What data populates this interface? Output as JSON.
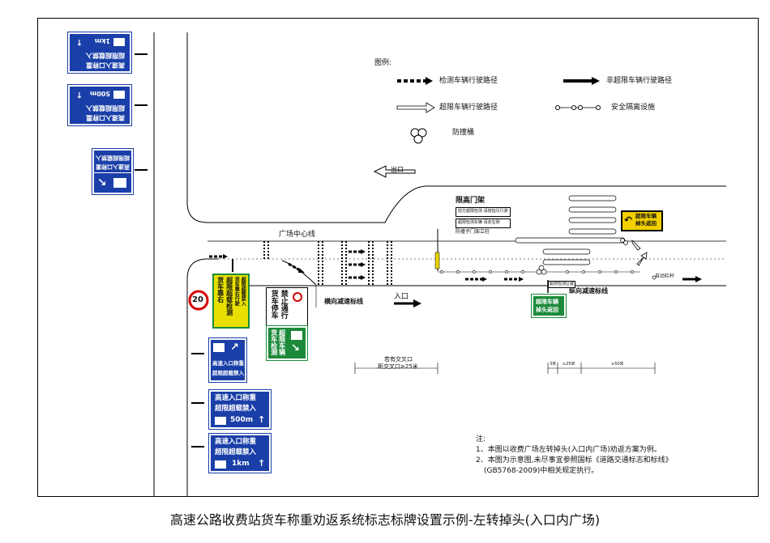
{
  "legend": {
    "title": "图例:",
    "detected_path": "检测车辆行驶路径",
    "non_overlimit_path": "非超限车辆行驶路径",
    "overlimit_path": "超限车辆行驶路径",
    "safety_barrier": "安全隔离设施",
    "crash_barrel": "防撞桶"
  },
  "labels": {
    "exit": "出口",
    "plaza_centerline": "广场中心线",
    "height_gantry": "限高门架",
    "transverse_deceleration": "横向减速标线",
    "entrance": "入口",
    "longitudinal_deceleration": "纵向减速标线",
    "auto_barrier": "自动栏杆",
    "rigid_barrier_post": "防撞子门架立柱",
    "overlimit_detection_zone": "超限检测区域",
    "dim_intersection_line1": "若有交叉口",
    "dim_intersection_line2": "距交叉口≥25米",
    "dim_3m": "3米",
    "dim_25m": "≥25米",
    "dim_50m": "≥50米"
  },
  "signs": {
    "top1_line1": "高速入口称重",
    "top1_line2": "超限超载禁入",
    "top1_dist": "1km",
    "top2_line1": "高速入口称重",
    "top2_line2": "超限超载禁入",
    "top2_dist": "500m",
    "top3_line1": "高速入口称重",
    "top3_line2": "超限超载禁入",
    "speed_limit": "20",
    "yellow_line1": "货车靠右",
    "yellow_line2": "超限超载检测",
    "yellow_line3": "货车靠右行驶",
    "yellow_line4": "超限超载禁入",
    "white_sign_line1": "货车停车",
    "white_sign_line2": "禁止通行",
    "green_upper_line1": "货车检测",
    "green_upper_line2": "超限车辆",
    "blue_near_line1": "高速入口称重",
    "blue_near_line2": "超限超载禁入",
    "blue_500_line1": "高速入口称重",
    "blue_500_line2": "超限超载禁入",
    "blue_500_dist": "500m",
    "blue_1k_line1": "高速入口称重",
    "blue_1k_line2": "超限超载禁入",
    "blue_1k_dist": "1km",
    "gantry_sign1": "前方超限检测 请按指引行驶",
    "gantry_sign2": "超限检测车辆 请走右侧",
    "green_right_line1": "超限车辆",
    "green_right_line2": "掉头返回",
    "yellow_right_line1": "超限车辆",
    "yellow_right_line2": "掉头返回"
  },
  "notes": {
    "title": "注:",
    "line1": "1、本图以收费广场左转掉头(入口内广场)劝返方案为例。",
    "line2": "2、本图为示意图,未尽事宜参照国标《道路交通标志和标线》",
    "line3": "(GB5768-2009)中相关规定执行。"
  },
  "caption": "高速公路收费站货车称重劝返系统标志标牌设置示例-左转掉头(入口内广场)"
}
